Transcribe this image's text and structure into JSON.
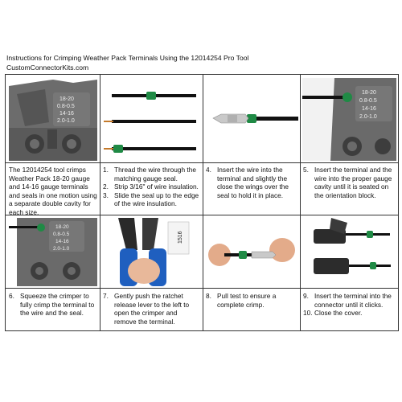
{
  "header": {
    "title": "Instructions for Crimping Weather Pack Terminals Using the 12014254 Pro Tool",
    "site": "CustomConnectorKits.com"
  },
  "row1": {
    "tool_labels": [
      "18-20",
      "0.8-0.5",
      "14-16",
      "2.0-1.0"
    ],
    "intro": "The 12014254 tool crimps Weather Pack 18-20 gauge and 14-16 gauge terminals and seals in one motion using a separate double cavity for each size.",
    "steps_a": [
      {
        "num": "1.",
        "text": "Thread the wire through the matching gauge seal."
      },
      {
        "num": "2.",
        "text": "Strip 3/16\" of wire insulation."
      },
      {
        "num": "3.",
        "text": "Slide the seal up to the edge of the wire insulation."
      }
    ],
    "step4": {
      "num": "4.",
      "text": "Insert the wire into the terminal and slightly the close the wings over the seal to hold it in place."
    },
    "step5": {
      "num": "5.",
      "text": "Insert the terminal and the wire into the proper gauge cavity until it is seated on the orientation block."
    },
    "tool_labels_b": [
      "18-20",
      "0.8-0.5",
      "14-16",
      "2.0-1.0"
    ]
  },
  "row2": {
    "tool_labels": [
      "18-20",
      "0.8-0.5",
      "14-16",
      "2.0-1.0"
    ],
    "tag": "1516",
    "step6": {
      "num": "6.",
      "text": "Squeeze the crimper to fully crimp the terminal to the wire and the seal."
    },
    "step7": {
      "num": "7.",
      "text": "Gently push the ratchet release lever to the left to open the crimper and remove the terminal."
    },
    "step8": {
      "num": "8.",
      "text": "Pull test to ensure a complete crimp."
    },
    "steps_d": [
      {
        "num": "9.",
        "text": "Insert the terminal into the connector until it clicks."
      },
      {
        "num": "10.",
        "text": "Close the cover."
      }
    ]
  }
}
